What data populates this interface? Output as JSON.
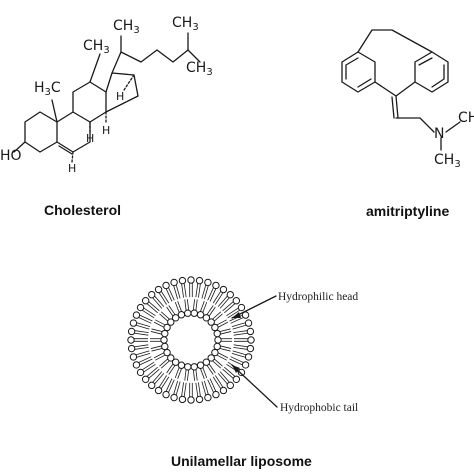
{
  "captions": {
    "cholesterol": "Cholesterol",
    "amitriptyline": "amitriptyline",
    "liposome": "Unilamellar liposome"
  },
  "cholesterol_labels": {
    "ch3_side": "CH3",
    "ch3_top": "CH3",
    "ch3_iso": "CH3",
    "ch3_c18": "CH3",
    "ch3_c19": "H3C",
    "ho": "HO",
    "h_9": "H",
    "h_14": "H",
    "h_8": "H",
    "h_17": "H"
  },
  "amitriptyline_labels": {
    "n": "N",
    "ch3_n1": "CH",
    "ch3_n2": "CH3"
  },
  "liposome_labels": {
    "head": "Hydrophilic head",
    "tail": "Hydrophobic tail"
  },
  "liposome": {
    "outer_lipid_count": 44,
    "inner_lipid_count": 26
  },
  "colors": {
    "ink": "#1a1a1a",
    "head_fill": "#ffffff"
  }
}
